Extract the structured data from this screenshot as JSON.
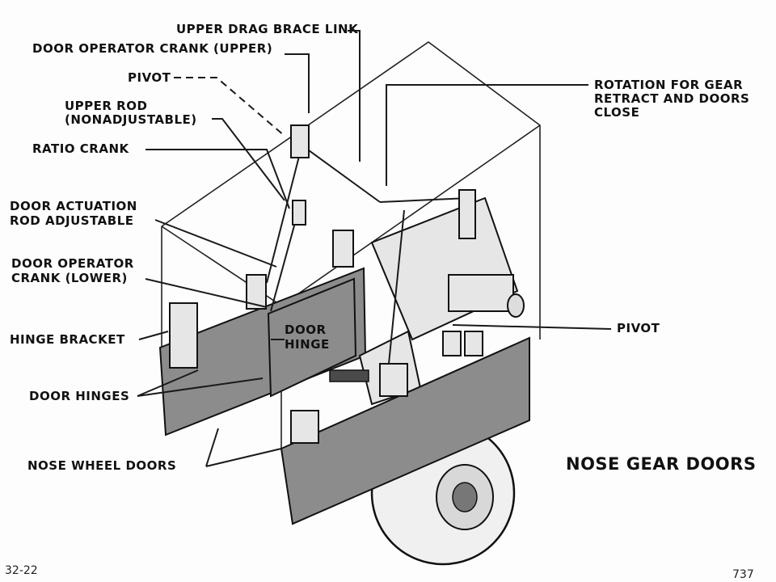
{
  "labels": {
    "upper_drag_brace_link": "UPPER DRAG BRACE LINK",
    "door_operator_crank_upper": "DOOR OPERATOR CRANK (UPPER)",
    "pivot_top": "PIVOT",
    "upper_rod_line1": "UPPER ROD",
    "upper_rod_line2": "(NONADJUSTABLE)",
    "ratio_crank": "RATIO CRANK",
    "door_actuation_line1": "DOOR ACTUATION",
    "door_actuation_line2": "ROD ADJUSTABLE",
    "door_operator_crank_lower_line1": "DOOR OPERATOR",
    "door_operator_crank_lower_line2": "CRANK (LOWER)",
    "hinge_bracket": "HINGE BRACKET",
    "door_hinges": "DOOR HINGES",
    "nose_wheel_doors": "NOSE WHEEL DOORS",
    "rotation_line1": "ROTATION FOR GEAR",
    "rotation_line2": "RETRACT AND DOORS",
    "rotation_line3": "CLOSE",
    "pivot_right": "PIVOT",
    "door_hinge_line1": "DOOR",
    "door_hinge_line2": "HINGE"
  },
  "title": "NOSE GEAR DOORS",
  "footer": {
    "figure_number": "32-22",
    "page_number": "737"
  }
}
